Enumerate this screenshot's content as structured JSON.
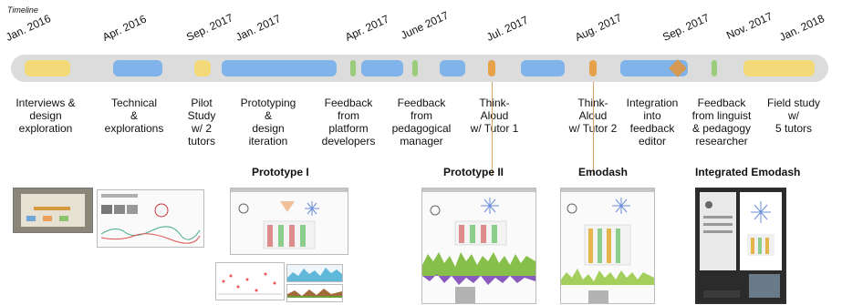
{
  "title": "Timeline",
  "dates": [
    "Jan. 2016",
    "Apr. 2016",
    "Sep. 2017",
    "Jan. 2017",
    "Apr. 2017",
    "June 2017",
    "Jul. 2017",
    "Aug. 2017",
    "Sep. 2017",
    "Nov. 2017",
    "Jan. 2018"
  ],
  "phases": [
    "Interviews &\ndesign\nexploration",
    "Technical\n&\nexplorations",
    "Pilot\nStudy\nw/ 2\ntutors",
    "Prototyping\n&\ndesign\niteration",
    "Feedback\nfrom\nplatform\ndevelopers",
    "Feedback\nfrom\npedagogical\nmanager",
    "Think-\nAloud\nw/ Tutor 1",
    "Think-\nAloud\nw/ Tutor 2",
    "Integration\ninto\nfeedback\neditor",
    "Feedback\nfrom linguist\n& pedagogy\nresearcher",
    "Field study\nw/\n5 tutors"
  ],
  "prototypes": {
    "p1": "Prototype I",
    "p2": "Prototype II",
    "emodash": "Emodash",
    "integrated": "Integrated Emodash"
  },
  "colors": {
    "timeline_bar": "#dcdcdc",
    "yellow": "#f4d978",
    "blue": "#7fb3ea",
    "green": "#9bcc7b",
    "orange": "#e6a24a"
  }
}
